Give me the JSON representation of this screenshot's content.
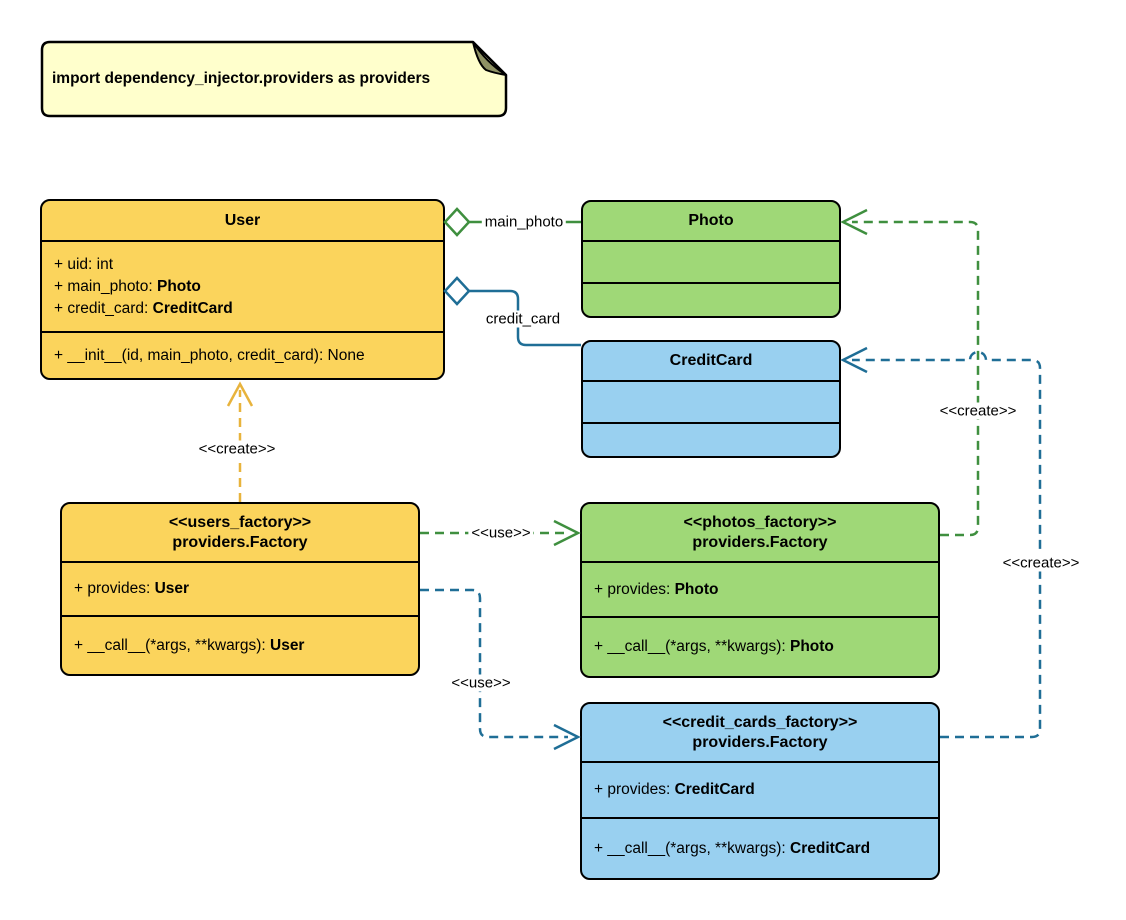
{
  "note": {
    "text": "import dependency_injector.providers as providers"
  },
  "classes": {
    "user": {
      "title": "User",
      "attributes": [
        {
          "text": "+ uid: int",
          "type": ""
        },
        {
          "text": "+ main_photo: ",
          "type": "Photo"
        },
        {
          "text": "+ credit_card: ",
          "type": "CreditCard"
        }
      ],
      "methods": [
        {
          "text": "+ __init__(id, main_photo, credit_card): None",
          "type": ""
        }
      ]
    },
    "photo": {
      "title": "Photo"
    },
    "credit_card": {
      "title": "CreditCard"
    },
    "users_factory": {
      "stereotype": "<<users_factory>>",
      "name": "providers.Factory",
      "attributes": [
        {
          "text": "+ provides: ",
          "type": "User"
        }
      ],
      "methods": [
        {
          "text": "+ __call__(*args, **kwargs): ",
          "type": "User"
        }
      ]
    },
    "photos_factory": {
      "stereotype": "<<photos_factory>>",
      "name": "providers.Factory",
      "attributes": [
        {
          "text": "+ provides: ",
          "type": "Photo"
        }
      ],
      "methods": [
        {
          "text": "+ __call__(*args, **kwargs): ",
          "type": "Photo"
        }
      ]
    },
    "credit_cards_factory": {
      "stereotype": "<<credit_cards_factory>>",
      "name": "providers.Factory",
      "attributes": [
        {
          "text": "+ provides: ",
          "type": "CreditCard"
        }
      ],
      "methods": [
        {
          "text": "+ __call__(*args, **kwargs): ",
          "type": "CreditCard"
        }
      ]
    }
  },
  "edges": {
    "main_photo": {
      "label": "main_photo"
    },
    "credit_card": {
      "label": "credit_card"
    },
    "create_user": {
      "label": "<<create>>"
    },
    "use_photos": {
      "label": "<<use>>"
    },
    "use_credit_cards": {
      "label": "<<use>>"
    },
    "create_photo": {
      "label": "<<create>>"
    },
    "create_credit_card": {
      "label": "<<create>>"
    }
  },
  "colors": {
    "yellow_fill": "#FBD45C",
    "green_fill": "#9FD877",
    "blue_fill": "#99D0F0",
    "note_fill": "#FFFFCC",
    "yellow_line": "#E8B33C",
    "green_line": "#3F8F3F",
    "blue_line": "#1F6E96",
    "border": "#000000"
  }
}
